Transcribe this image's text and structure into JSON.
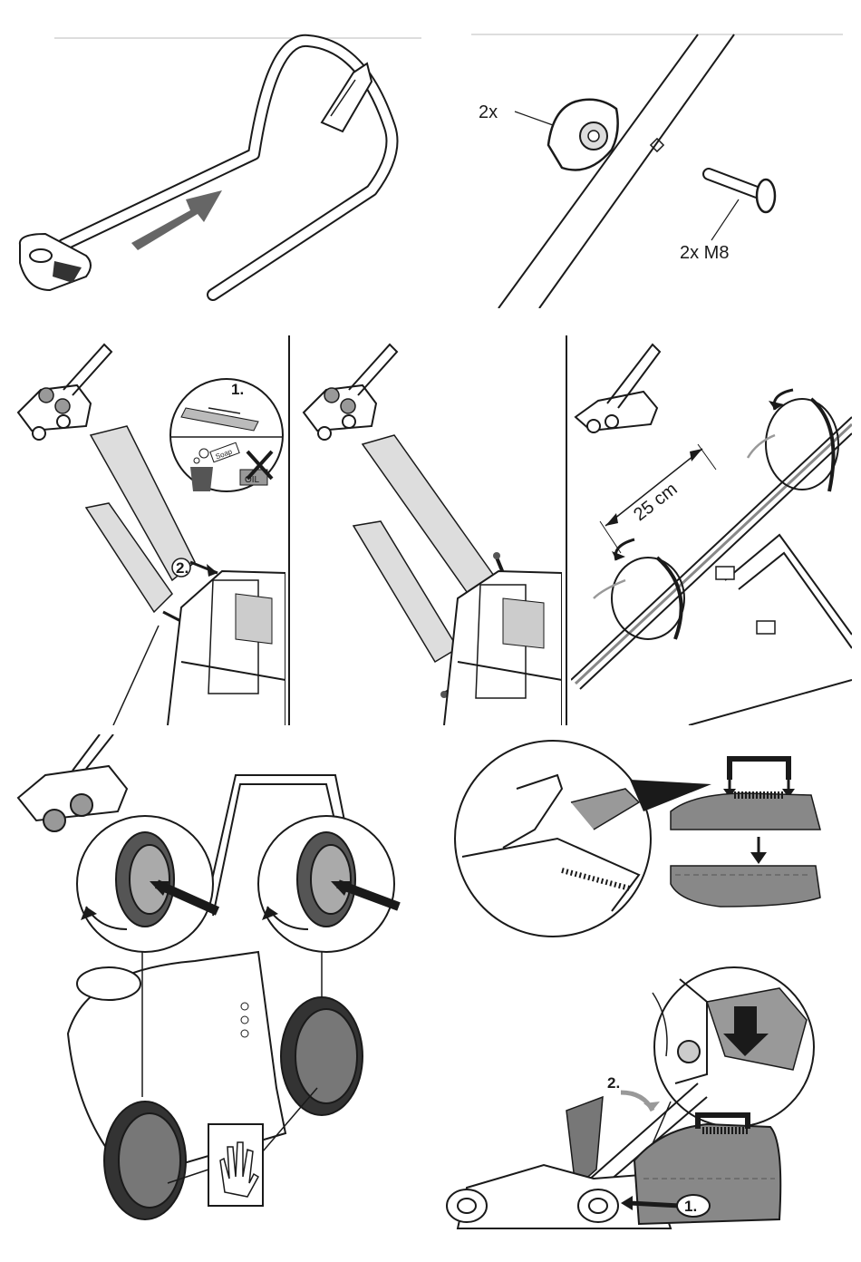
{
  "fig1": {},
  "fig2": {
    "knob_count": "2x",
    "bolt_label": "2x M8"
  },
  "fig3": {
    "step1": "1.",
    "step2": "2.",
    "soap_tag": "Soap",
    "oil_tag": "OIL"
  },
  "fig4": {},
  "fig5": {
    "distance": "25 cm"
  },
  "fig6": {},
  "fig7": {},
  "fig8": {
    "step1": "1.",
    "step2": "2."
  }
}
